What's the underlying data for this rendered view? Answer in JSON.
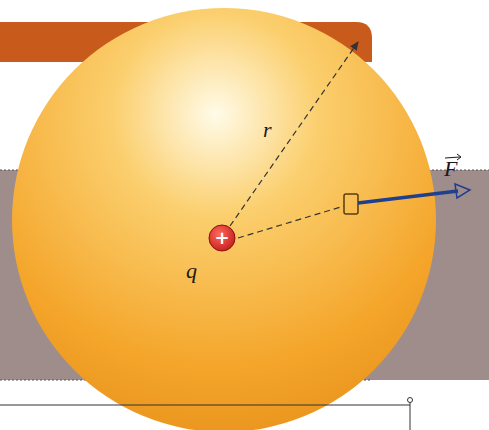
{
  "diagram": {
    "nodes": [
      {
        "text": [
          "+"
        ]
      }
    ],
    "labels": [
      "q",
      "r",
      "F"
    ]
  }
}
